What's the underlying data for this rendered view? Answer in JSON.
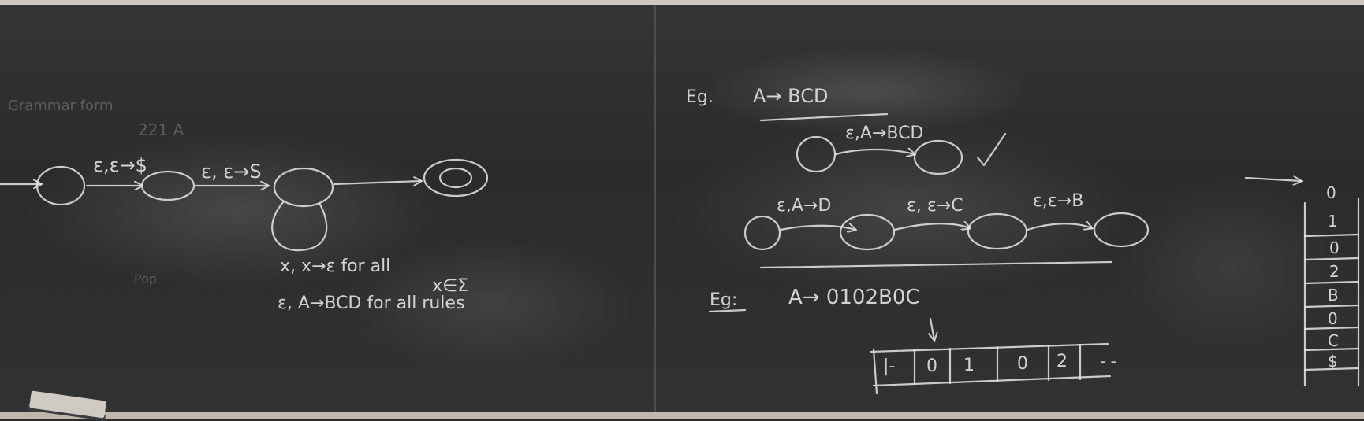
{
  "left_panel": {
    "faint_title": "221 A",
    "edge1": "ε,ε→$",
    "edge2": "ε, ε→S",
    "loop_rule1": "x, x→ε  for all",
    "loop_rule1b": "x∈Σ",
    "loop_rule2": "ε, A→BCD  for all rules"
  },
  "right_panel": {
    "eg1_label": "Eg.",
    "eg1_rule": "A→ BCD",
    "eg1_edge": "ε,A→BCD",
    "chain_edge1": "ε,A→D",
    "chain_edge2": "ε, ε→C",
    "chain_edge3": "ε,ε→B",
    "eg2_label": "Eg:",
    "eg2_rule": "A→ 0102B0C",
    "tape_cells": [
      "|-",
      "0",
      "1",
      "0",
      "2"
    ],
    "tape_more": "- -"
  },
  "stack": {
    "cells": [
      "0",
      "1",
      "0",
      "2",
      "B",
      "0",
      "C",
      "$"
    ]
  }
}
